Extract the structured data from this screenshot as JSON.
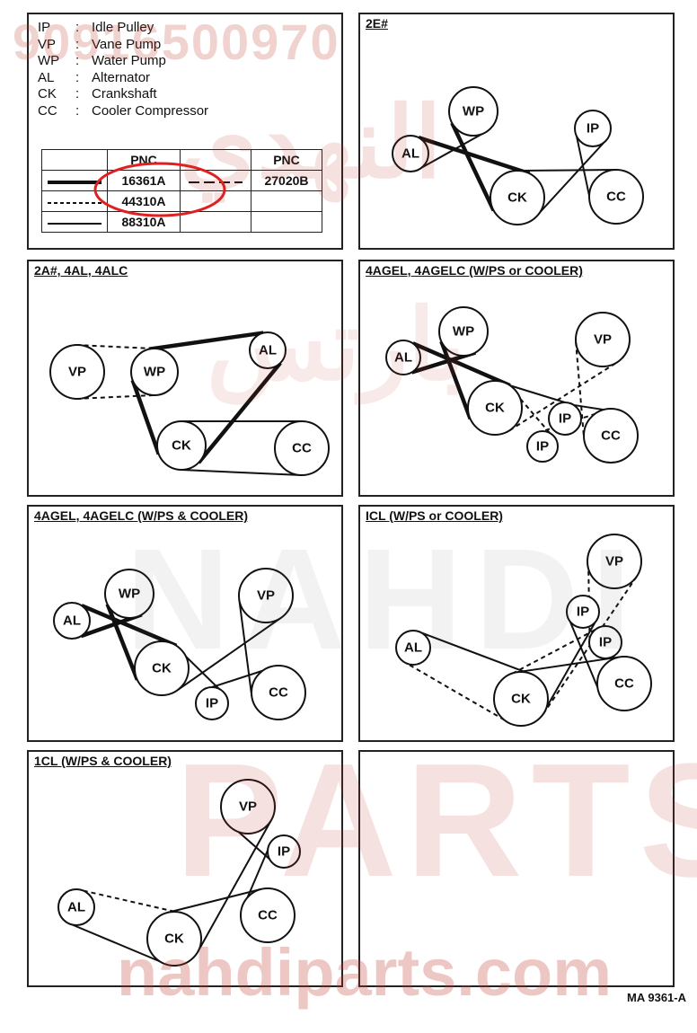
{
  "legend": [
    {
      "code": "IP",
      "name": "Idle Pulley"
    },
    {
      "code": "VP",
      "name": "Vane Pump"
    },
    {
      "code": "WP",
      "name": "Water Pump"
    },
    {
      "code": "AL",
      "name": "Alternator"
    },
    {
      "code": "CK",
      "name": "Crankshaft"
    },
    {
      "code": "CC",
      "name": "Cooler Compressor"
    }
  ],
  "pnc_table": {
    "header": "PNC",
    "left": [
      "16361A",
      "44310A",
      "88310A"
    ],
    "right": [
      "27020B",
      "",
      ""
    ],
    "line_styles": [
      "thick",
      "dashed",
      "solid"
    ],
    "highlight": "16361A"
  },
  "panels": [
    {
      "title": "2E#"
    },
    {
      "title": "2A#, 4AL, 4ALC"
    },
    {
      "title": "4AGEL, 4AGELC (W/PS or COOLER)"
    },
    {
      "title": "4AGEL, 4AGELC (W/PS & COOLER)"
    },
    {
      "title": "ICL (W/PS or COOLER)"
    },
    {
      "title": "1CL (W/PS & COOLER)"
    },
    {
      "title": ""
    }
  ],
  "pulley_labels": {
    "IP": "IP",
    "VP": "VP",
    "WP": "WP",
    "AL": "AL",
    "CK": "CK",
    "CC": "CC"
  },
  "figure_code": "MA 9361-A",
  "watermarks": {
    "part_no": "90916500970",
    "top_ar": "النهدي",
    "mid_ar": "بارتس",
    "nahdi": "NAHDI",
    "parts": "PARTS",
    "site": "nahdiparts.com"
  },
  "colors": {
    "ink": "#111111",
    "highlight": "#e02020",
    "watermark": "#c0392b"
  }
}
